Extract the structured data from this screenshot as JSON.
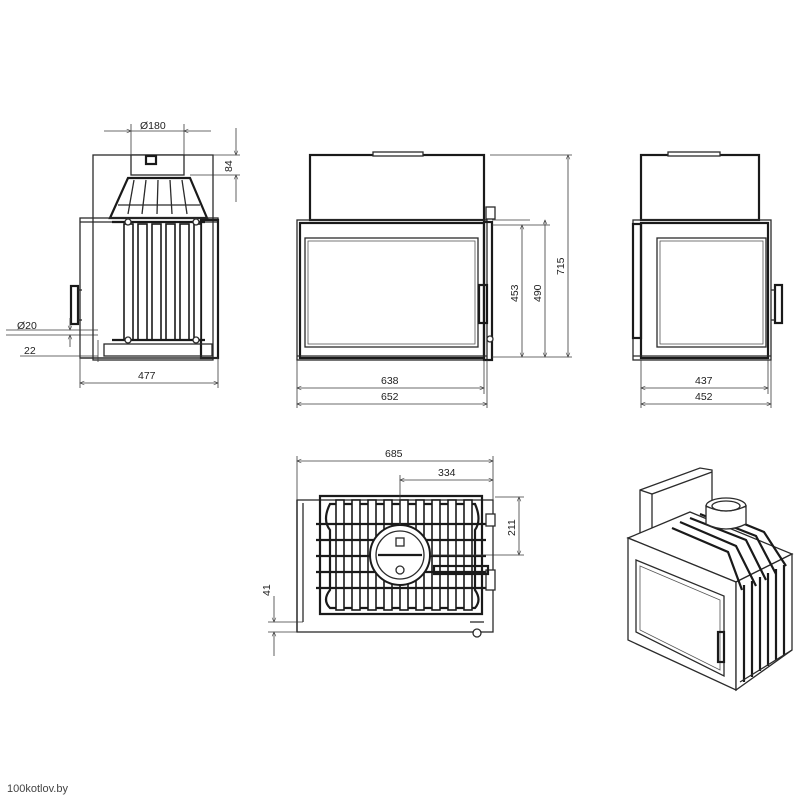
{
  "watermark": "100kotlov.by",
  "dimensions": {
    "side_view": {
      "flue_diameter": "Ø180",
      "collar_height": "84",
      "air_inlet_diameter": "Ø20",
      "air_inlet_offset": "22",
      "depth": "477"
    },
    "front_view": {
      "glass_height": "453",
      "door_height": "490",
      "total_height": "715",
      "glass_width": "638",
      "total_width": "652"
    },
    "rear_view": {
      "inner_width": "437",
      "total_width": "452"
    },
    "top_view": {
      "total_width": "685",
      "flue_offset_x": "334",
      "flue_offset_y": "211",
      "air_offset": "41"
    }
  }
}
